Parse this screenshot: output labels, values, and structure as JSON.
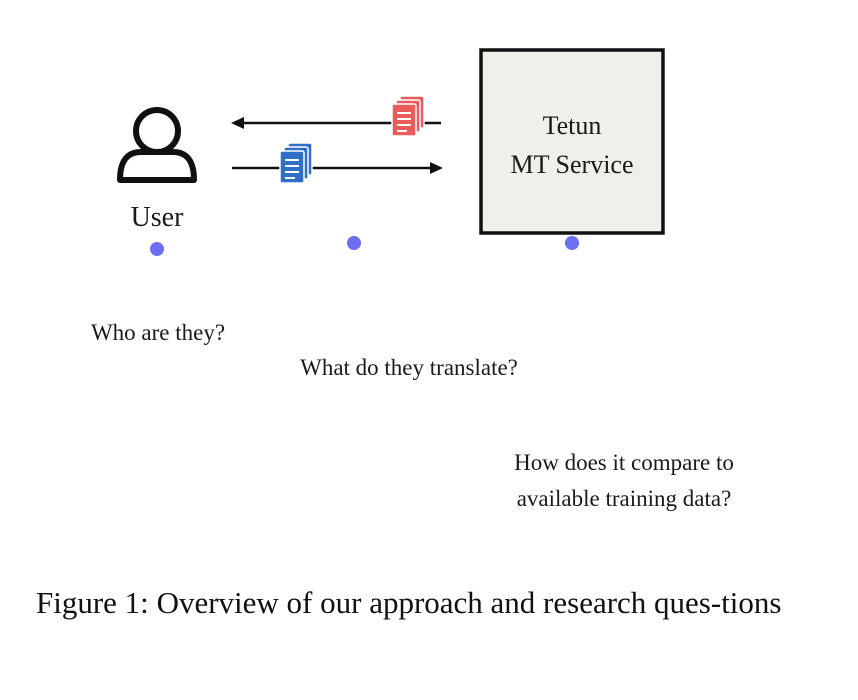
{
  "diagram": {
    "user_label": "User",
    "service_box": {
      "line1": "Tetun",
      "line2": "MT Service"
    },
    "questions": {
      "who": "Who are they?",
      "what": "What do they translate?",
      "how_line1": "How does it compare to",
      "how_line2": "available training data?"
    },
    "colors": {
      "box_fill": "#f1efe9",
      "incoming_doc": "#e85c5c",
      "outgoing_doc": "#2f6fc6",
      "pin_dot": "#6b6ff0",
      "pin_stem_top": "#7a78ee",
      "pin_stem_bottom": "#e06ad2"
    },
    "icons": [
      "user-icon",
      "document-stack-icon",
      "arrow-icon"
    ]
  },
  "caption": {
    "label": "Figure 1:",
    "text": "Overview of our approach and research ques-tions"
  }
}
